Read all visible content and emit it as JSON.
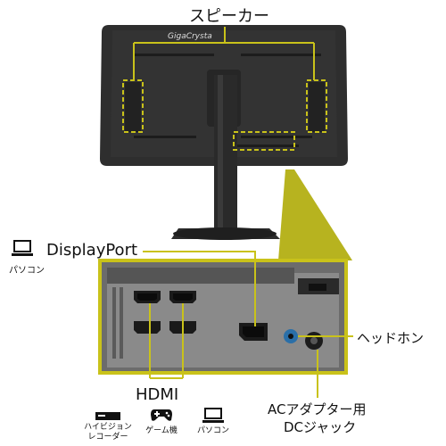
{
  "labels": {
    "speaker": "スピーカー",
    "brand": "GigaCrysta",
    "displayport": "DisplayPort",
    "pc_under_dp": "パソコン",
    "headphone": "ヘッドホン",
    "hdmi": "HDMI",
    "ac_adapter_line1": "ACアダプター用",
    "ac_adapter_line2": "DCジャック",
    "device_bd_line1": "ハイビジョン",
    "device_bd_line2": "レコーダー",
    "device_game": "ゲーム機",
    "device_pc": "パソコン"
  },
  "colors": {
    "highlight": "#c9c21a",
    "callout_fill": "#b7b31f",
    "monitor_body": "#2b2b2b",
    "leader_line": "#c9c21a"
  },
  "icons": [
    "laptop-icon",
    "recorder-icon",
    "gamepad-icon",
    "laptop-icon"
  ]
}
